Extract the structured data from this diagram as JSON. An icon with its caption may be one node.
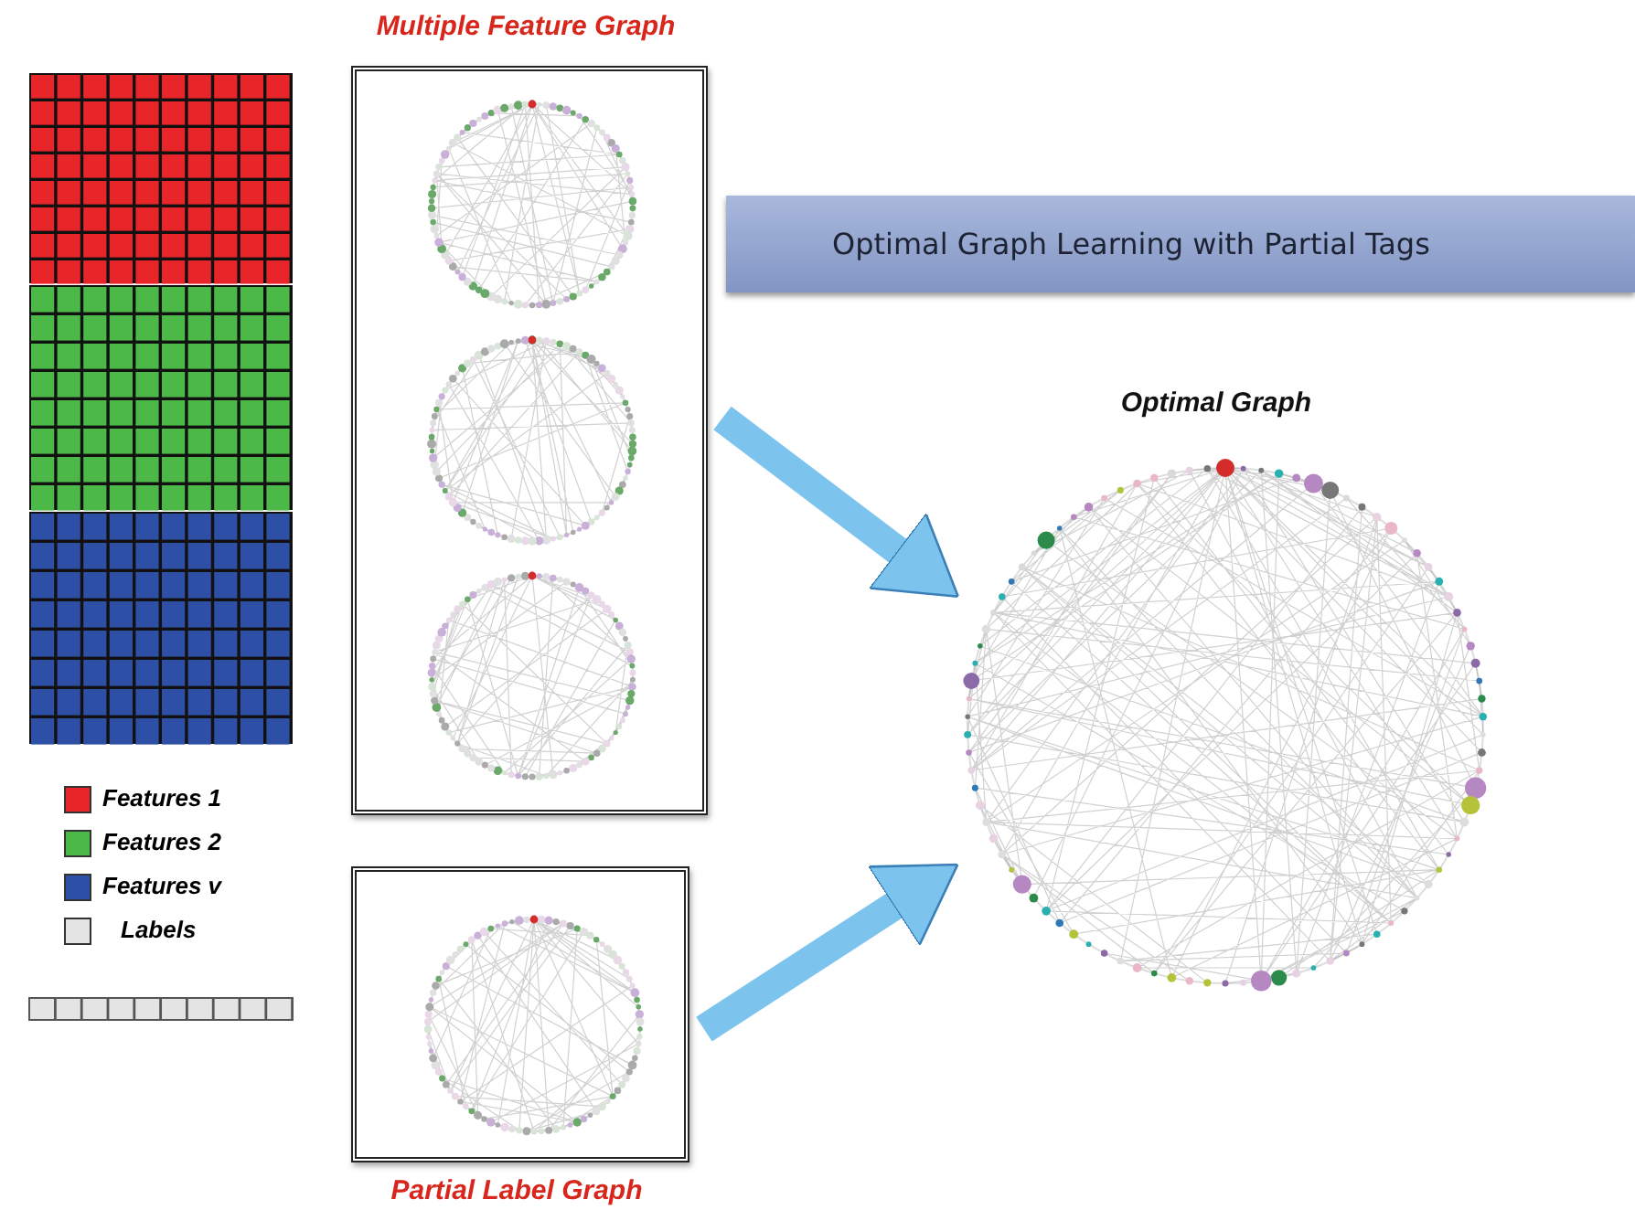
{
  "diagram": {
    "nodes": [
      {
        "text": [
          "Multiple Feature Graph"
        ]
      },
      {
        "text": [
          "Partial Label Graph"
        ]
      },
      {
        "text": [
          "Optimal Graph"
        ]
      },
      {
        "text": [
          "Optimal Graph Learning with Partial Tags"
        ]
      }
    ],
    "edges": [
      {
        "from": 0,
        "to": 2,
        "arrow": "to"
      },
      {
        "from": 1,
        "to": 2,
        "arrow": "to"
      }
    ],
    "legend": [
      {
        "text": "Features 1",
        "color": "#e8262a"
      },
      {
        "text": "Features 2",
        "color": "#4cb848"
      },
      {
        "text": "Features v",
        "color": "#2d4fa6"
      },
      {
        "text": "Labels",
        "color": "#e4e4e4"
      }
    ]
  }
}
